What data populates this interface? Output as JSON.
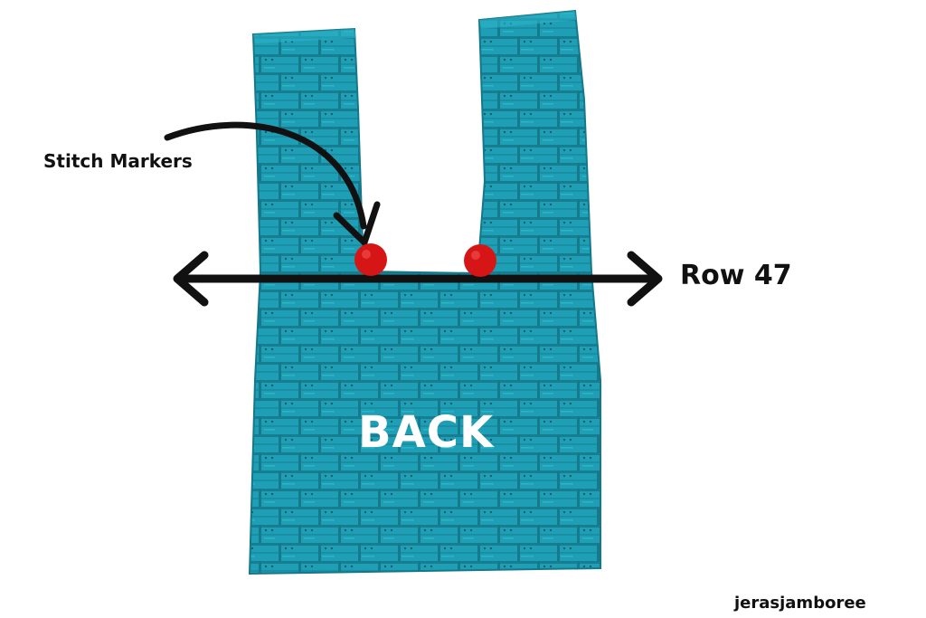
{
  "annotations": {
    "stitch_markers": "Stitch Markers",
    "row": "Row 47",
    "panel": "BACK",
    "watermark": "jerasjamboree"
  },
  "colors": {
    "fabric": "#1f9fb5",
    "fabric_dark": "#177e92",
    "fabric_light": "#2bb4c8",
    "marker": "#d61616",
    "arrow": "#111111",
    "background": "#ffffff"
  },
  "object": "teal crochet vest back panel with two shoulder straps"
}
